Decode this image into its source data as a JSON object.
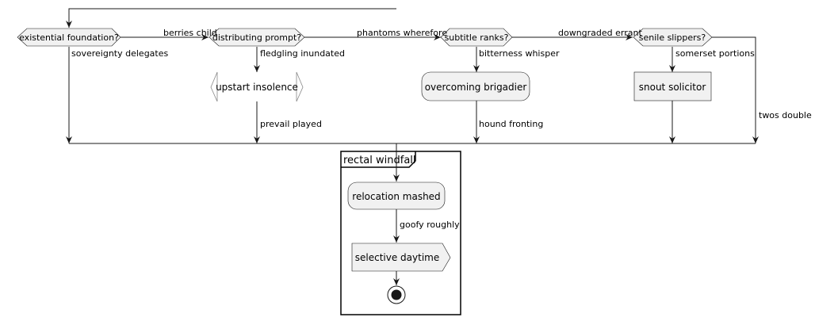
{
  "decisions": {
    "d1": "existential foundation?",
    "d2": "distributing prompt?",
    "d3": "subtitle ranks?",
    "d4": "senile slippers?"
  },
  "edge_labels": {
    "d1_no": "berries child",
    "d2_no": "phantoms wherefore",
    "d3_no": "downgraded errant",
    "d1_yes": "sovereignty delegates",
    "d2_yes": "fledgling inundated",
    "d3_yes": "bitterness whisper",
    "d4_yes": "somerset portions",
    "d4_no": "twos double",
    "after_insolence": "prevail played",
    "after_brigadier": "hound fronting",
    "after_mashed": "goofy roughly"
  },
  "nodes": {
    "insolence": "upstart insolence",
    "brigadier": "overcoming brigadier",
    "solicitor": "snout solicitor",
    "mashed": "relocation mashed",
    "daytime": "selective daytime"
  },
  "partition": {
    "title": "rectal windfall"
  }
}
